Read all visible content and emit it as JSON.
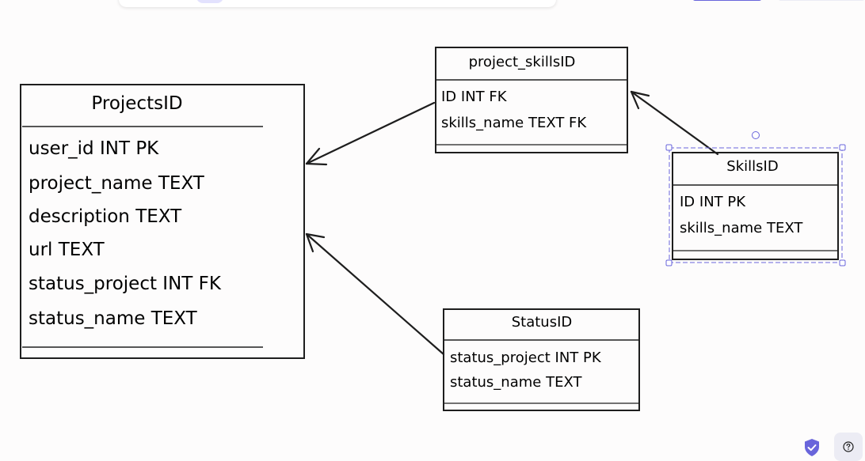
{
  "colors": {
    "background": "#fdfcfc",
    "stroke": "#1e1e1e",
    "selection": "#6965db",
    "accent": "#6965db"
  },
  "tables": {
    "projects": {
      "title": "ProjectsID",
      "fields": [
        "user_id INT PK",
        "project_name TEXT",
        "description TEXT",
        "url TEXT",
        "status_project INT FK",
        "status_name TEXT"
      ]
    },
    "project_skills": {
      "title": "project_skillsID",
      "fields": [
        "ID INT FK",
        "skills_name TEXT FK"
      ]
    },
    "skills": {
      "title": "SkillsID",
      "fields": [
        "ID INT PK",
        "skills_name TEXT"
      ]
    },
    "status": {
      "title": "StatusID",
      "fields": [
        "status_project INT PK",
        "status_name TEXT"
      ]
    }
  },
  "relations": [
    {
      "from": "project_skills",
      "to": "projects"
    },
    {
      "from": "skills",
      "to": "project_skills"
    },
    {
      "from": "status",
      "to": "projects"
    }
  ],
  "selected": "skills",
  "icons": {
    "shield": "shield-check-icon",
    "help": "question-circle-icon"
  }
}
